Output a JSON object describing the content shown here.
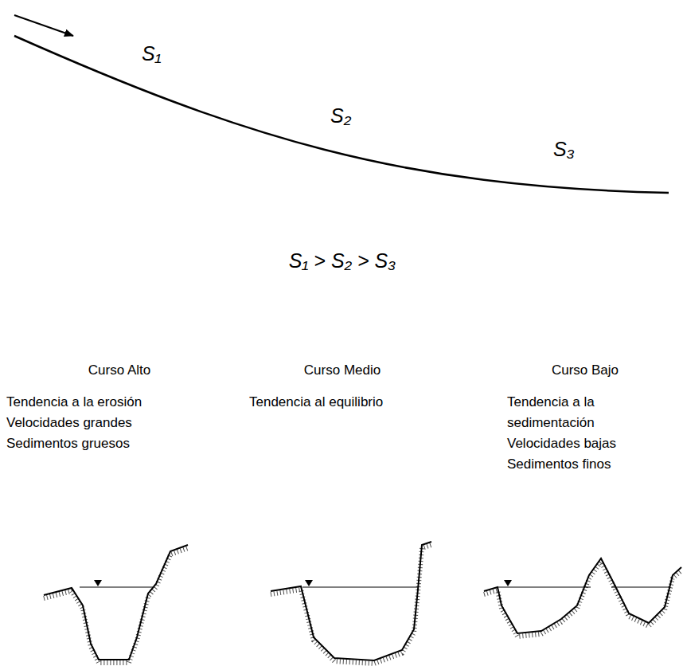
{
  "diagram": {
    "labels": [
      "S₁",
      "S₂",
      "S₃",
      "S₁ > S₂ > S₃",
      "Curso Alto",
      "Tendencia a la erosión",
      "Velocidades grandes",
      "Sedimentos gruesos",
      "Curso Medio",
      "Tendencia al equilibrio",
      "Curso Bajo",
      "Tendencia a la sedimentación",
      "Velocidades bajas",
      "Sedimentos finos"
    ]
  }
}
